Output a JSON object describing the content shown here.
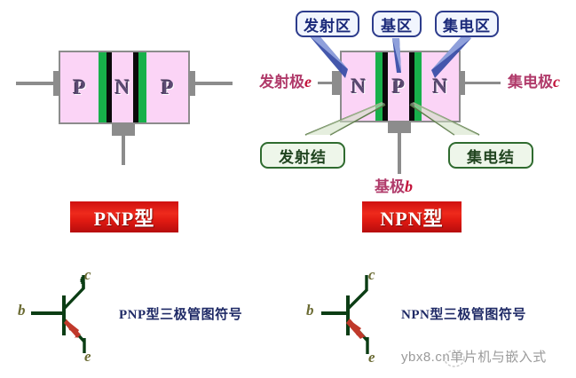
{
  "figure": {
    "title_visible": false,
    "colors": {
      "semiconductor_pink": "#fbd4f6",
      "junction_green": "#17b04a",
      "junction_black": "#0a0a0a",
      "lead_gray": "#8c8c8c",
      "callout_blue_border": "#2d3c8c",
      "callout_green_border": "#2f6b2f",
      "banner_red": "#e01a12",
      "electrode_label_pink": "#b03a6a",
      "symbol_green": "#0b3d14",
      "symbol_arrow_red": "#c0392b",
      "symbol_text_navy": "#1f2a66"
    }
  },
  "pnp_structure": {
    "layers": [
      "P",
      "N",
      "P"
    ],
    "base_terminal_shown": true
  },
  "npn_structure": {
    "layers": [
      "N",
      "P",
      "N"
    ],
    "region_callouts": [
      {
        "label": "发射区",
        "target": "left-n-region"
      },
      {
        "label": "基区",
        "target": "center-p-region"
      },
      {
        "label": "集电区",
        "target": "right-n-region"
      }
    ],
    "junction_callouts": [
      {
        "label": "发射结",
        "target": "left-junction"
      },
      {
        "label": "集电结",
        "target": "right-junction"
      }
    ],
    "electrodes": [
      {
        "label": "发射极",
        "symbol": "e",
        "position": "left"
      },
      {
        "label": "基极",
        "symbol": "b",
        "position": "bottom"
      },
      {
        "label": "集电极",
        "symbol": "c",
        "position": "right"
      }
    ]
  },
  "banners": [
    {
      "label": "PNP型",
      "side": "left"
    },
    {
      "label": "NPN型",
      "side": "right"
    }
  ],
  "symbols": [
    {
      "caption": "PNP型三极管图符号",
      "terminals": {
        "base": "b",
        "collector": "c",
        "emitter": "e"
      },
      "arrow_direction": "inward-to-base"
    },
    {
      "caption": "NPN型三极管图符号",
      "terminals": {
        "base": "b",
        "collector": "c",
        "emitter": "e"
      },
      "arrow_direction": "outward-from-base"
    }
  ],
  "watermark": {
    "text": "ybx8.cn单片机与嵌入式"
  }
}
